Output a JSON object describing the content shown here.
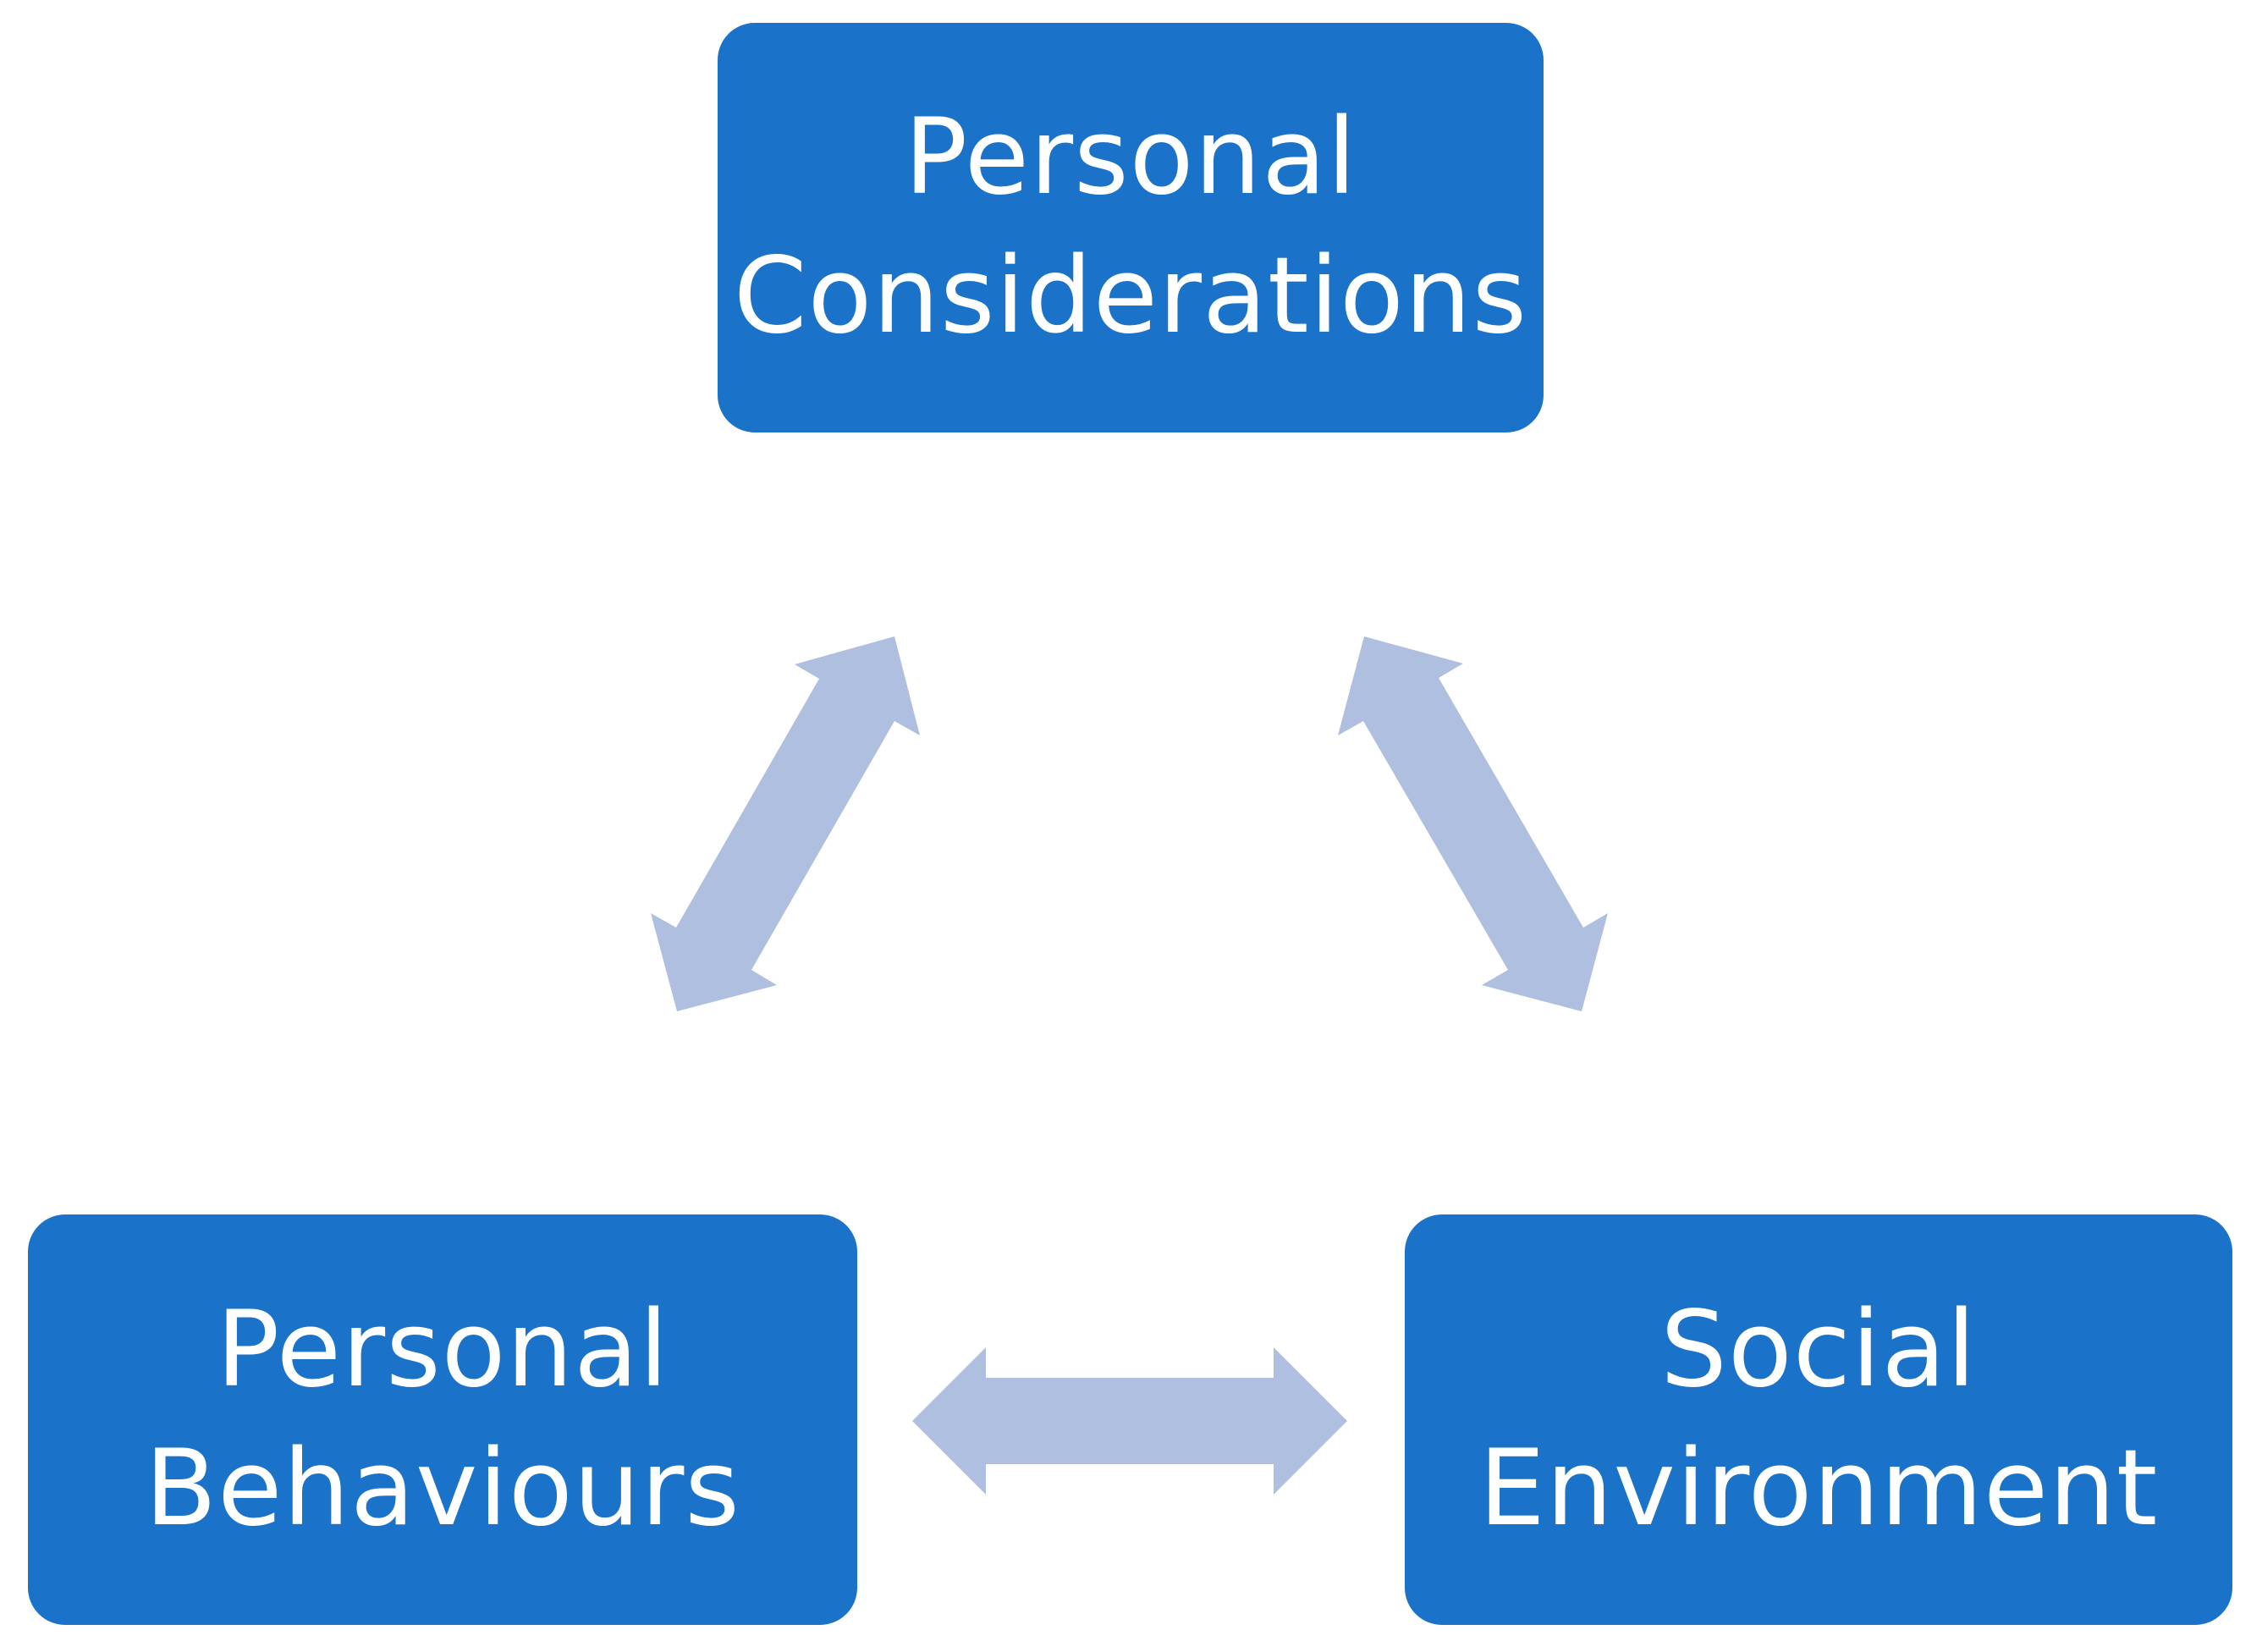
{
  "nodes": {
    "top": {
      "line1": "Personal",
      "line2": "Considerations"
    },
    "left": {
      "line1": "Personal",
      "line2": "Behaviours"
    },
    "right": {
      "line1": "Social",
      "line2": "Environment"
    }
  },
  "colors": {
    "box": "#1a73c8",
    "arrow": "#aebfe0",
    "text": "#ffffff"
  },
  "edges": [
    {
      "from": "top",
      "to": "left",
      "direction": "bidirectional"
    },
    {
      "from": "top",
      "to": "right",
      "direction": "bidirectional"
    },
    {
      "from": "left",
      "to": "right",
      "direction": "bidirectional"
    }
  ]
}
